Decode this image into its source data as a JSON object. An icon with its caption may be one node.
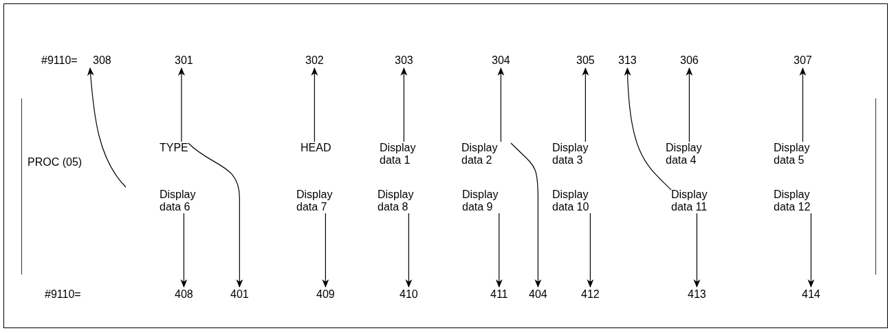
{
  "diagram": {
    "nodes": [
      {
        "text": [
          "308"
        ]
      },
      {
        "text": [
          "301"
        ]
      },
      {
        "text": [
          "302"
        ]
      },
      {
        "text": [
          "303"
        ]
      },
      {
        "text": [
          "304"
        ]
      },
      {
        "text": [
          "305"
        ]
      },
      {
        "text": [
          "313"
        ]
      },
      {
        "text": [
          "306"
        ]
      },
      {
        "text": [
          "307"
        ]
      },
      {
        "text": [
          "TYPE"
        ]
      },
      {
        "text": [
          "HEAD"
        ]
      },
      {
        "text": [
          "Display data 1"
        ]
      },
      {
        "text": [
          "Display data 2"
        ]
      },
      {
        "text": [
          "Display data 3"
        ]
      },
      {
        "text": [
          "Display data 4"
        ]
      },
      {
        "text": [
          "Display data 5"
        ]
      },
      {
        "text": [
          "Display data 6"
        ]
      },
      {
        "text": [
          "Display data 7"
        ]
      },
      {
        "text": [
          "Display data 8"
        ]
      },
      {
        "text": [
          "Display data 9"
        ]
      },
      {
        "text": [
          "Display data 10"
        ]
      },
      {
        "text": [
          "Display data 11"
        ]
      },
      {
        "text": [
          "Display data 12"
        ]
      },
      {
        "text": [
          "408"
        ]
      },
      {
        "text": [
          "401"
        ]
      },
      {
        "text": [
          "409"
        ]
      },
      {
        "text": [
          "410"
        ]
      },
      {
        "text": [
          "411"
        ]
      },
      {
        "text": [
          "404"
        ]
      },
      {
        "text": [
          "412"
        ]
      },
      {
        "text": [
          "413"
        ]
      },
      {
        "text": [
          "414"
        ]
      }
    ],
    "edges": [
      {
        "from": 9,
        "to": 1,
        "arrow": "to"
      },
      {
        "from": 10,
        "to": 2,
        "arrow": "to"
      },
      {
        "from": 11,
        "to": 3,
        "arrow": "to"
      },
      {
        "from": 12,
        "to": 4,
        "arrow": "to"
      },
      {
        "from": 13,
        "to": 5,
        "arrow": "to"
      },
      {
        "from": 14,
        "to": 7,
        "arrow": "to"
      },
      {
        "from": 15,
        "to": 8,
        "arrow": "to"
      },
      {
        "from": 16,
        "to": 23,
        "arrow": "to"
      },
      {
        "from": 17,
        "to": 25,
        "arrow": "to"
      },
      {
        "from": 18,
        "to": 26,
        "arrow": "to"
      },
      {
        "from": 19,
        "to": 27,
        "arrow": "to"
      },
      {
        "from": 20,
        "to": 29,
        "arrow": "to"
      },
      {
        "from": 21,
        "to": 30,
        "arrow": "to"
      },
      {
        "from": 22,
        "to": 31,
        "arrow": "to"
      },
      {
        "from": null,
        "to": 0,
        "arrow": "to"
      },
      {
        "from": 9,
        "to": 24,
        "arrow": "to"
      },
      {
        "from": 12,
        "to": 28,
        "arrow": "to"
      },
      {
        "from": 21,
        "to": 6,
        "arrow": "to"
      }
    ],
    "labels": [
      "#9110=",
      "PROC (05)",
      "#9110="
    ]
  }
}
